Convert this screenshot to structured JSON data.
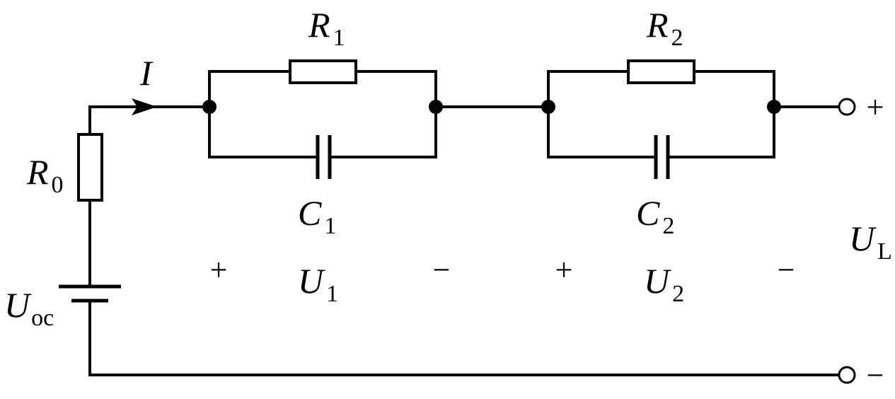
{
  "labels": {
    "R1": {
      "main": "R",
      "sub": "1"
    },
    "R2": {
      "main": "R",
      "sub": "2"
    },
    "R0": {
      "main": "R",
      "sub": "0"
    },
    "C1": {
      "main": "C",
      "sub": "1"
    },
    "C2": {
      "main": "C",
      "sub": "2"
    },
    "U1": {
      "main": "U",
      "sub": "1"
    },
    "U2": {
      "main": "U",
      "sub": "2"
    },
    "UL": {
      "main": "U",
      "sub": "L"
    },
    "Uoc": {
      "main": "U",
      "sub": "oc"
    },
    "I": "I"
  },
  "signs": {
    "plus": "+",
    "minus": "−"
  }
}
